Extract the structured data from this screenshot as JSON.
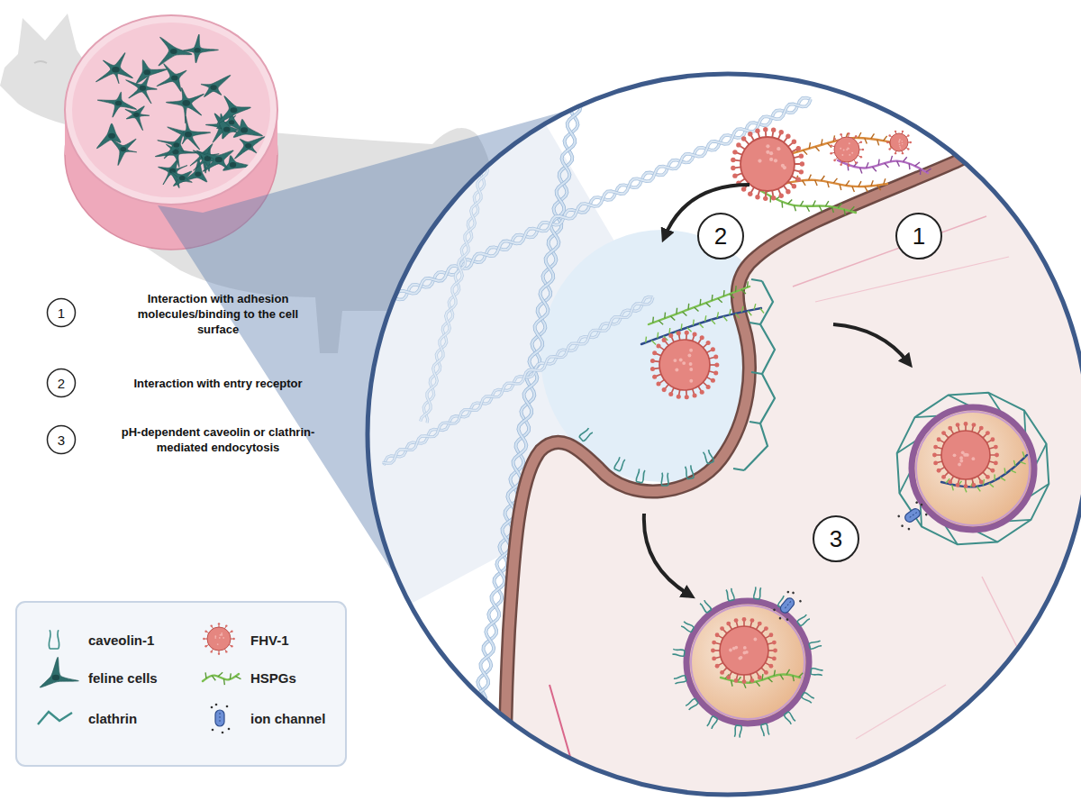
{
  "diagram": {
    "nodes": [
      {
        "text": [
          "1"
        ]
      },
      {
        "text": [
          "2"
        ]
      },
      {
        "text": [
          "3"
        ]
      },
      {
        "text": [
          "1"
        ]
      },
      {
        "text": [
          "2"
        ]
      },
      {
        "text": [
          "3"
        ]
      }
    ],
    "labels": [
      "Interaction with adhesion molecules/binding to the cell surface",
      "Interaction with entry receptor",
      "pH-dependent caveolin or clathrin-mediated endocytosis"
    ],
    "legend": [
      {
        "text": "caveolin-1"
      },
      {
        "text": "feline cells"
      },
      {
        "text": "clathrin"
      },
      {
        "text": "FHV-1"
      },
      {
        "text": "HSPGs"
      },
      {
        "text": "ion channel"
      }
    ]
  }
}
